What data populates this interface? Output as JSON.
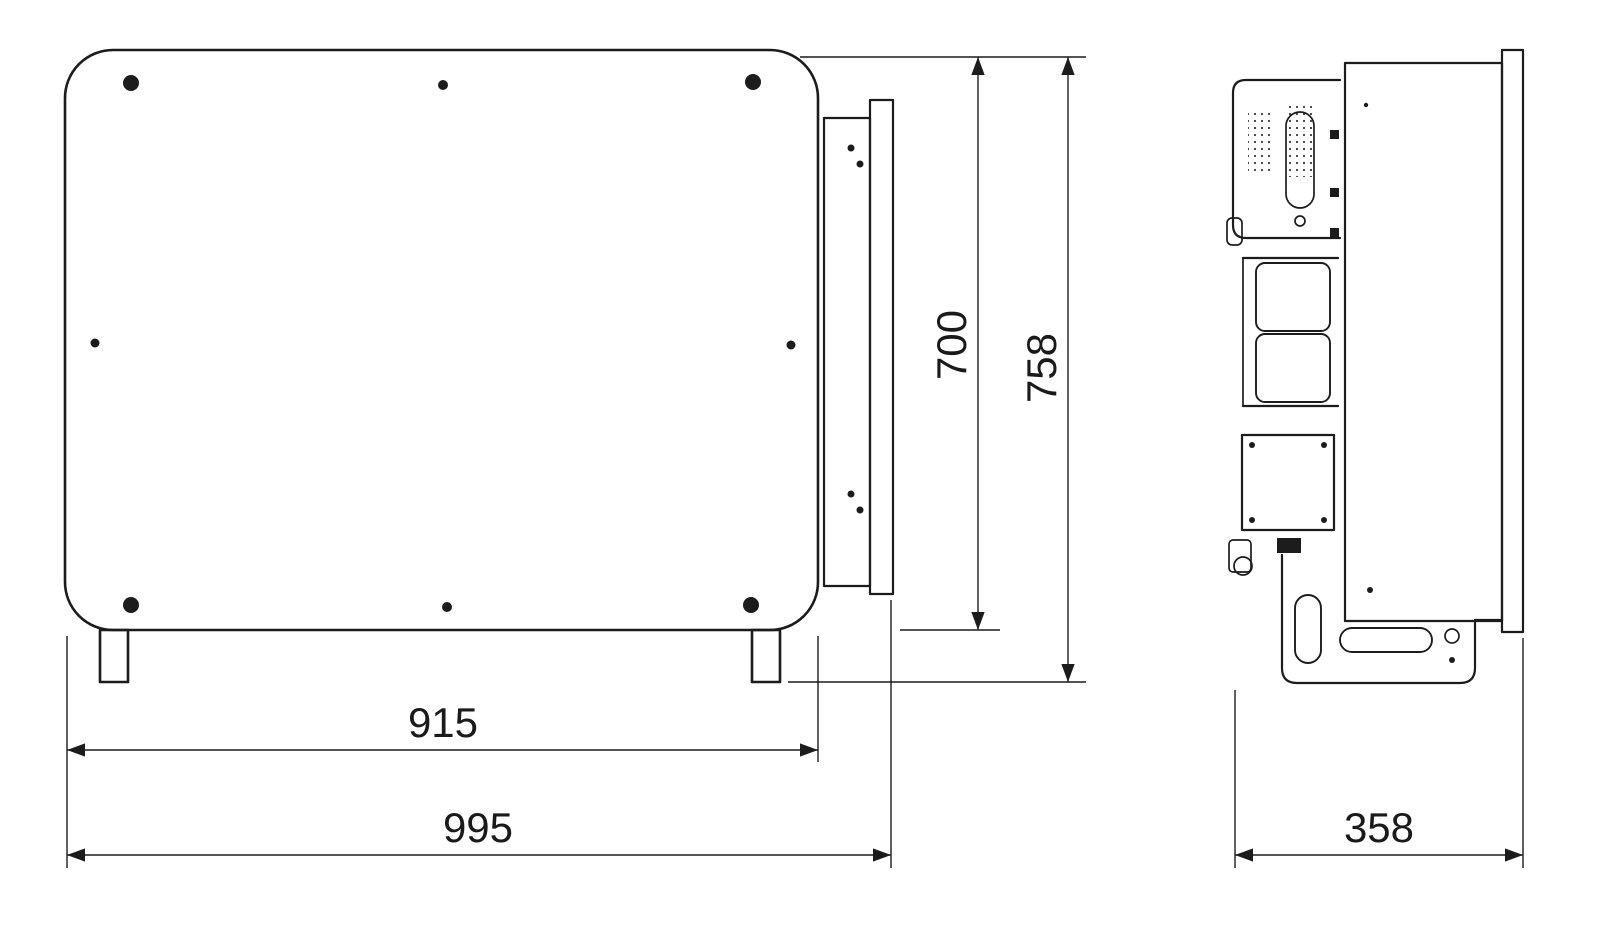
{
  "drawing": {
    "dimensions": {
      "body_height": "700",
      "total_height": "758",
      "mount_width": "915",
      "total_width": "995",
      "depth": "358"
    }
  },
  "colors": {
    "line": "#1c1c1c",
    "background": "#ffffff"
  }
}
